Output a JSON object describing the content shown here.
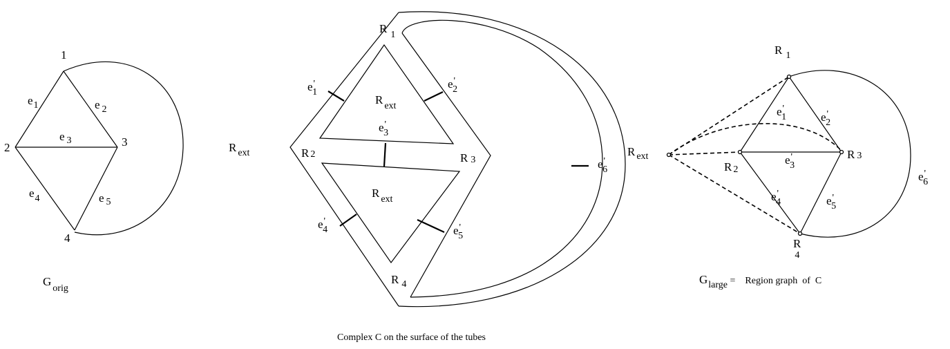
{
  "diagrams": {
    "orig": {
      "vertices": {
        "v1": "1",
        "v2": "2",
        "v3": "3",
        "v4": "4"
      },
      "edges": {
        "e1": "1",
        "e2": "2",
        "e3": "3",
        "e4": "4",
        "e5": "5"
      },
      "edge_letter": "e",
      "caption": {
        "main": "G",
        "sub": "orig"
      }
    },
    "complex": {
      "rext_left": {
        "main": "R",
        "sub": "ext"
      },
      "regions": {
        "r1": "1",
        "r2": "2",
        "r3": "3",
        "r4": "4"
      },
      "region_letter": "R",
      "inner_top": {
        "main": "R",
        "sub": "ext"
      },
      "inner_bottom": {
        "main": "R",
        "sub": "ext"
      },
      "edges": {
        "e1": "1",
        "e2": "2",
        "e3": "3",
        "e4": "4",
        "e5": "5",
        "e6": "6"
      },
      "edge_letter": "e",
      "prime": "'",
      "caption": "Complex  C  on the surface of the tubes"
    },
    "large": {
      "rext": {
        "main": "R",
        "sub": "ext"
      },
      "regions": {
        "r1": "1",
        "r2": "2",
        "r3": "3",
        "r4": "4"
      },
      "region_letter": "R",
      "edges": {
        "e1": "1",
        "e2": "2",
        "e3": "3",
        "e4": "4",
        "e5": "5",
        "e6": "6"
      },
      "edge_letter": "e",
      "prime": "'",
      "caption": {
        "main": "G",
        "sub": "large",
        "rest": " =    Region graph  of  C"
      }
    }
  }
}
